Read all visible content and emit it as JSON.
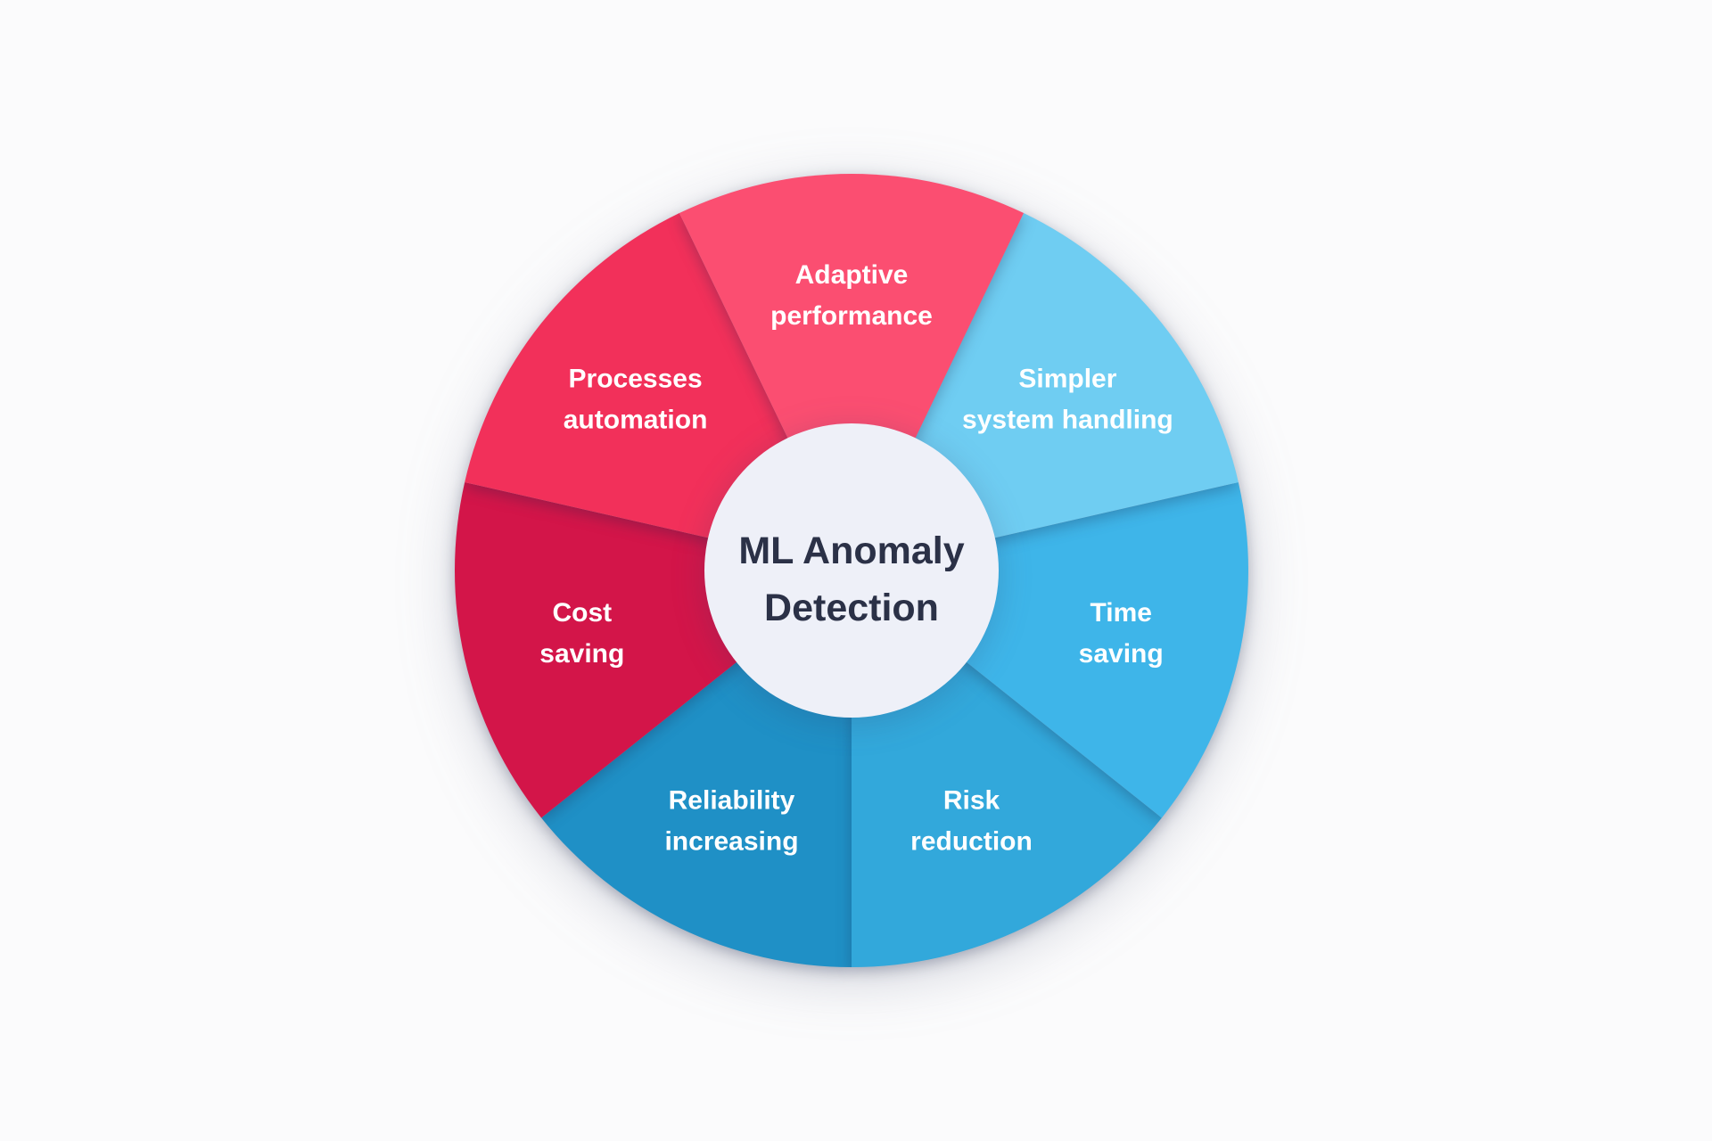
{
  "title": {
    "line1": "ML Anomaly",
    "line2": "Detection"
  },
  "chart_data": {
    "type": "pie",
    "description": "Benefits wheel of ML Anomaly Detection, 7 equal segments around a central circle",
    "segment_count": 7,
    "segment_angle_deg": 51.43,
    "center_label": "ML Anomaly Detection",
    "center_circle_color": "#eef0f8",
    "center_text_color": "#2b3147",
    "label_text_color": "#ffffff",
    "background_color": "#fbfbfc",
    "segments": [
      {
        "id": "adaptive-performance",
        "label_lines": [
          "Adaptive",
          "performance"
        ],
        "color": "#fb4e71",
        "start_angle_deg": -25.71,
        "end_angle_deg": 25.71,
        "mid_angle_deg": 0
      },
      {
        "id": "simpler-system-handling",
        "label_lines": [
          "Simpler",
          "system handling"
        ],
        "color": "#6fcdf2",
        "start_angle_deg": 25.71,
        "end_angle_deg": 77.14,
        "mid_angle_deg": 51.43
      },
      {
        "id": "time-saving",
        "label_lines": [
          "Time",
          "saving"
        ],
        "color": "#3eb5e9",
        "start_angle_deg": 77.14,
        "end_angle_deg": 128.57,
        "mid_angle_deg": 102.86
      },
      {
        "id": "risk-reduction",
        "label_lines": [
          "Risk",
          "reduction"
        ],
        "color": "#32a8db",
        "start_angle_deg": 128.57,
        "end_angle_deg": 180.0,
        "mid_angle_deg": 154.29
      },
      {
        "id": "reliability-increasing",
        "label_lines": [
          "Reliability",
          "increasing"
        ],
        "color": "#1f90c6",
        "start_angle_deg": 180.0,
        "end_angle_deg": 231.43,
        "mid_angle_deg": 205.71
      },
      {
        "id": "cost-saving",
        "label_lines": [
          "Cost",
          "saving"
        ],
        "color": "#d31549",
        "start_angle_deg": 231.43,
        "end_angle_deg": 282.86,
        "mid_angle_deg": 257.14
      },
      {
        "id": "processes-automation",
        "label_lines": [
          "Processes",
          "automation"
        ],
        "color": "#f2305a",
        "start_angle_deg": 282.86,
        "end_angle_deg": 334.29,
        "mid_angle_deg": 308.57
      }
    ]
  }
}
